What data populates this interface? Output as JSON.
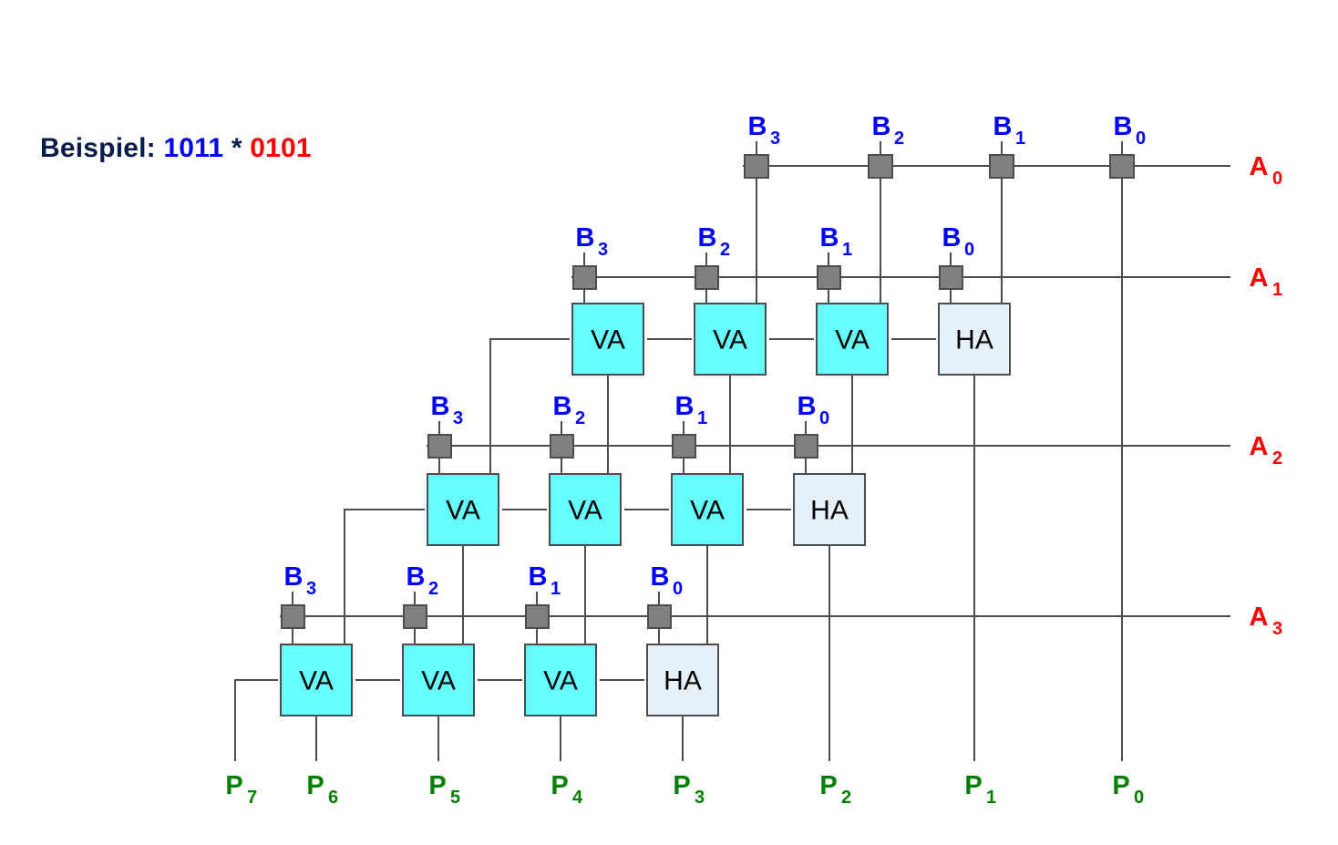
{
  "title": {
    "label": "Beispiel:",
    "operand_a": "1011",
    "operator": "*",
    "operand_b": "0101"
  },
  "diagram": {
    "kind": "array-multiplier",
    "cell_labels": {
      "full_adder": "VA",
      "half_adder": "HA"
    },
    "colors": {
      "full_adder_fill": "#66ffff",
      "half_adder_fill": "#e6f0f8",
      "and_gate_fill": "#808080",
      "wire": "#4d4d4d",
      "b_label": "#0000ff",
      "a_label": "#ff0000",
      "p_label": "#008000",
      "title_label": "#0a1a4a"
    },
    "a_inputs": [
      {
        "base": "A",
        "sub": "0"
      },
      {
        "base": "A",
        "sub": "1"
      },
      {
        "base": "A",
        "sub": "2"
      },
      {
        "base": "A",
        "sub": "3"
      }
    ],
    "b_inputs": [
      {
        "base": "B",
        "sub": "3"
      },
      {
        "base": "B",
        "sub": "2"
      },
      {
        "base": "B",
        "sub": "1"
      },
      {
        "base": "B",
        "sub": "0"
      }
    ],
    "p_outputs": [
      {
        "base": "P",
        "sub": "7"
      },
      {
        "base": "P",
        "sub": "6"
      },
      {
        "base": "P",
        "sub": "5"
      },
      {
        "base": "P",
        "sub": "4"
      },
      {
        "base": "P",
        "sub": "3"
      },
      {
        "base": "P",
        "sub": "2"
      },
      {
        "base": "P",
        "sub": "1"
      },
      {
        "base": "P",
        "sub": "0"
      }
    ],
    "rows": [
      {
        "a_index": 0,
        "and_gates": [
          {
            "b": "3"
          },
          {
            "b": "2"
          },
          {
            "b": "1"
          },
          {
            "b": "0"
          }
        ],
        "adders": []
      },
      {
        "a_index": 1,
        "and_gates": [
          {
            "b": "3"
          },
          {
            "b": "2"
          },
          {
            "b": "1"
          },
          {
            "b": "0"
          }
        ],
        "adders": [
          "VA",
          "VA",
          "VA",
          "HA"
        ]
      },
      {
        "a_index": 2,
        "and_gates": [
          {
            "b": "3"
          },
          {
            "b": "2"
          },
          {
            "b": "1"
          },
          {
            "b": "0"
          }
        ],
        "adders": [
          "VA",
          "VA",
          "VA",
          "HA"
        ]
      },
      {
        "a_index": 3,
        "and_gates": [
          {
            "b": "3"
          },
          {
            "b": "2"
          },
          {
            "b": "1"
          },
          {
            "b": "0"
          }
        ],
        "adders": [
          "VA",
          "VA",
          "VA",
          "HA"
        ]
      }
    ]
  }
}
